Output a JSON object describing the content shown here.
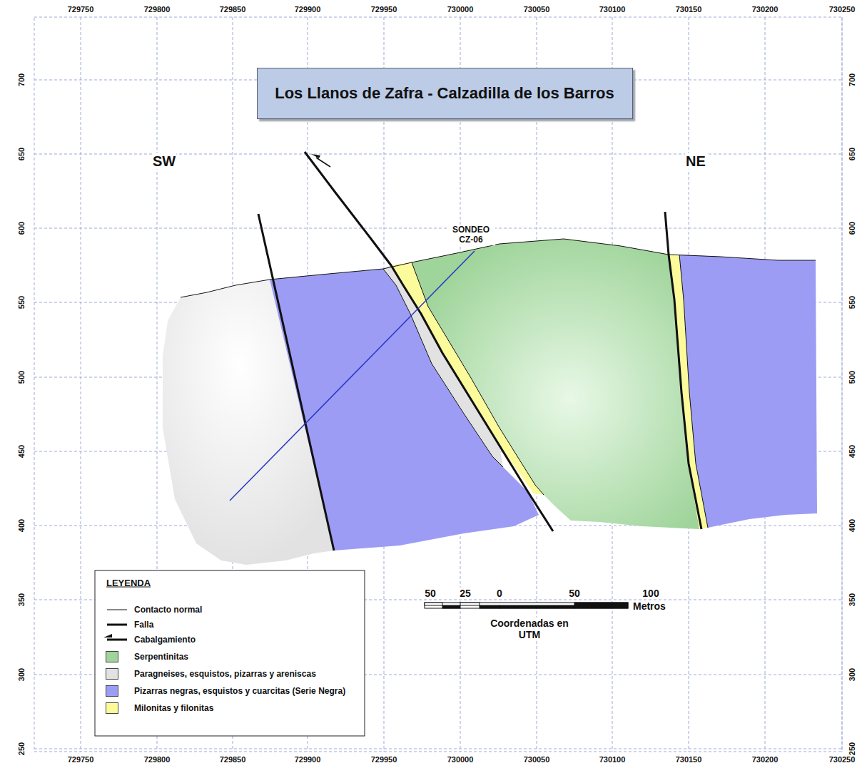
{
  "diagram": {
    "title": "Los Llanos de Zafra - Calzadilla de los Barros",
    "labels": [
      "SW",
      "NE",
      "SONDEO CZ-06",
      "LEYENDA",
      "729750",
      "729800",
      "729850",
      "729900",
      "729950",
      "730000",
      "730050",
      "730100",
      "730150",
      "730200",
      "730250",
      "729750",
      "729800",
      "729850",
      "729900",
      "729950",
      "730000",
      "730050",
      "730100",
      "730150",
      "730200",
      "730250",
      "700",
      "650",
      "600",
      "550",
      "500",
      "450",
      "400",
      "350",
      "300",
      "250",
      "700",
      "650",
      "600",
      "550",
      "500",
      "450",
      "400",
      "350",
      "300",
      "250",
      "50",
      "25",
      "0",
      "50",
      "100",
      "Metros",
      "Coordenadas en UTM"
    ],
    "legend": [
      {
        "text": "Contacto normal"
      },
      {
        "text": "Falla"
      },
      {
        "text": "Cabalgamiento"
      },
      {
        "text": "Serpentinitas",
        "color": "#9fd49a"
      },
      {
        "text": "Paragneises, esquistos, pizarras y areniscas",
        "color": "#e2e2e2"
      },
      {
        "text": "Pizarras negras, esquistos y cuarcitas (Serie Negra)",
        "color": "#9c9cf5"
      },
      {
        "text": "Milonitas y filonitas",
        "color": "#fbfb9c"
      }
    ]
  }
}
